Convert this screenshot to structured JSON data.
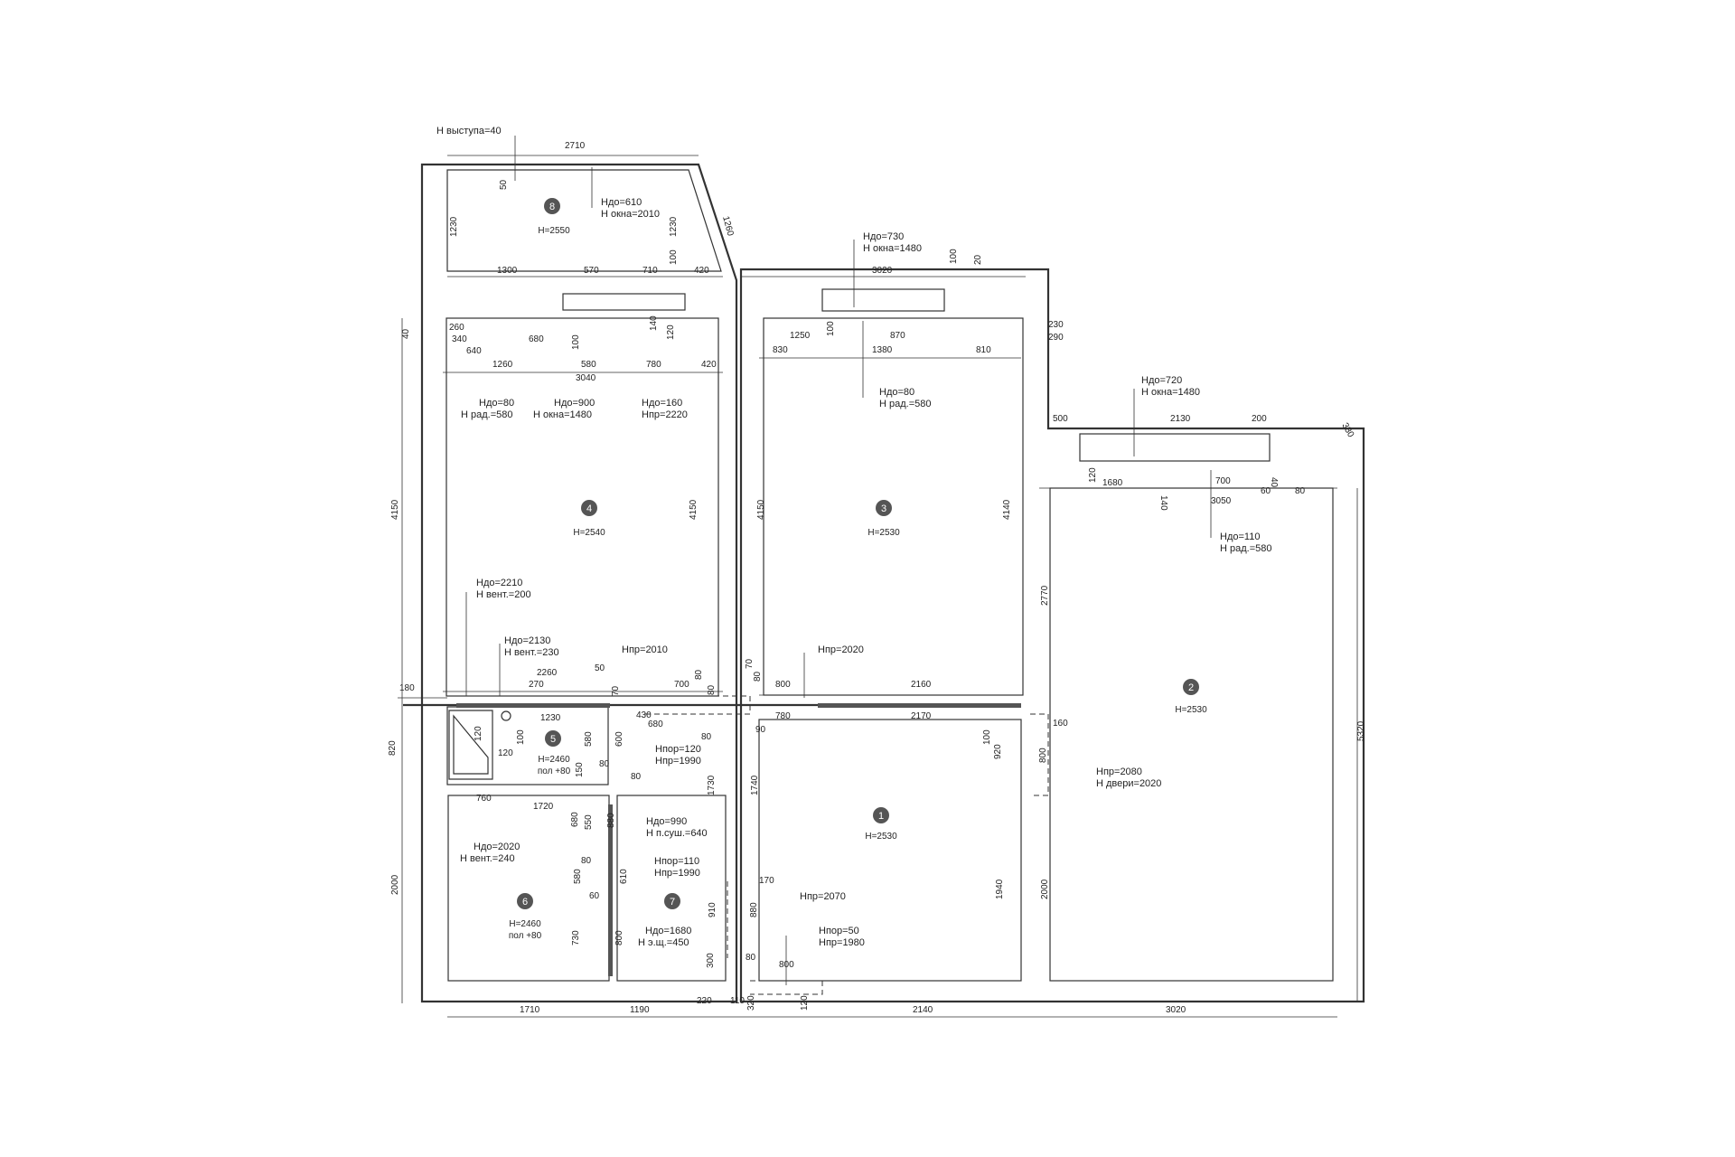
{
  "rooms": [
    {
      "id": "room-1",
      "label": "1",
      "height": "H=2530"
    },
    {
      "id": "room-2",
      "label": "2",
      "height": "H=2530"
    },
    {
      "id": "room-3",
      "label": "3",
      "height": "H=2530"
    },
    {
      "id": "room-4",
      "label": "4",
      "height": "H=2540"
    },
    {
      "id": "room-5",
      "label": "5",
      "height": "H=2460",
      "extra": "пол +80"
    },
    {
      "id": "room-6",
      "label": "6",
      "height": "H=2460",
      "extra": "пол +80"
    },
    {
      "id": "room-7",
      "label": "7"
    },
    {
      "id": "room-8",
      "label": "8",
      "height": "H=2550"
    }
  ],
  "annotations": [
    [
      "H выступа=40"
    ],
    [
      "Hдо=610",
      "H окна=2010"
    ],
    [
      "Hдо=730",
      "H окна=1480"
    ],
    [
      "Hдо=80",
      "H рад.=580"
    ],
    [
      "Hдо=900",
      "H окна=1480"
    ],
    [
      "Hдо=160",
      "Hпр=2220"
    ],
    [
      "Hдо=80",
      "H рад.=580"
    ],
    [
      "Hдо=720",
      "H окна=1480"
    ],
    [
      "Hдо=110",
      "H рад.=580"
    ],
    [
      "Hдо=2210",
      "H вент.=200"
    ],
    [
      "Hдо=2130",
      "H вент.=230"
    ],
    [
      "Hпр=2010"
    ],
    [
      "Hпр=2020"
    ],
    [
      "Hпор=120",
      "Hпр=1990"
    ],
    [
      "Hпр=2080",
      "H двери=2020"
    ],
    [
      "Hдо=990",
      "H п.суш.=640"
    ],
    [
      "Hдо=2020",
      "H вент.=240"
    ],
    [
      "Hпор=110",
      "Hпр=1990"
    ],
    [
      "Hпр=2070"
    ],
    [
      "Hдо=1680",
      "H э.щ.=450"
    ],
    [
      "Hпор=50",
      "Hпр=1980"
    ]
  ],
  "dimensions": [
    "2710",
    "50",
    "1230",
    "1230",
    "1260",
    "1300",
    "570",
    "710",
    "100",
    "420",
    "3020",
    "100",
    "20",
    "40",
    "260",
    "340",
    "680",
    "100",
    "640",
    "140",
    "120",
    "1260",
    "580",
    "780",
    "420",
    "3040",
    "1250",
    "100",
    "870",
    "230",
    "290",
    "830",
    "1380",
    "810",
    "500",
    "2130",
    "200",
    "330",
    "120",
    "1680",
    "140",
    "700",
    "40",
    "60",
    "80",
    "3050",
    "4150",
    "4150",
    "4150",
    "4140",
    "2770",
    "5320",
    "2260",
    "270",
    "50",
    "70",
    "700",
    "80",
    "80",
    "70",
    "80",
    "800",
    "2160",
    "180",
    "1230",
    "430",
    "680",
    "80",
    "780",
    "2170",
    "90",
    "100",
    "160",
    "820",
    "120",
    "100",
    "120",
    "600",
    "580",
    "150",
    "80",
    "80",
    "1730",
    "1740",
    "920",
    "800",
    "760",
    "1720",
    "880",
    "550",
    "680",
    "80",
    "580",
    "610",
    "60",
    "910",
    "880",
    "170",
    "730",
    "800",
    "300",
    "80",
    "800",
    "2000",
    "1940",
    "2000",
    "1710",
    "1190",
    "220",
    "110",
    "320",
    "120",
    "2140",
    "3020"
  ]
}
